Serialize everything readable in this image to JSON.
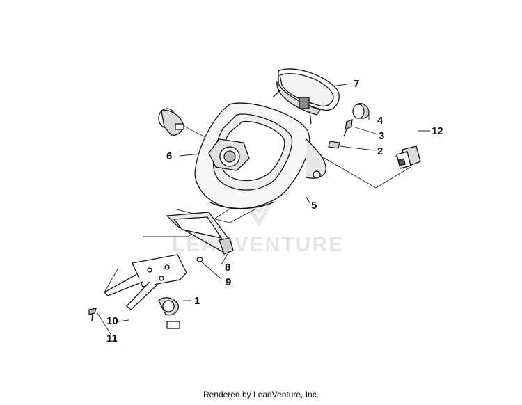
{
  "callouts": {
    "c1": "1",
    "c2": "2",
    "c3": "3",
    "c4": "4",
    "c5": "5",
    "c6": "6",
    "c7": "7",
    "c8": "8",
    "c9": "9",
    "c10": "10",
    "c11": "11",
    "c12": "12"
  },
  "watermark": {
    "text": "LEADVENTURE"
  },
  "footer": {
    "text": "Rendered by LeadVenture, Inc."
  }
}
